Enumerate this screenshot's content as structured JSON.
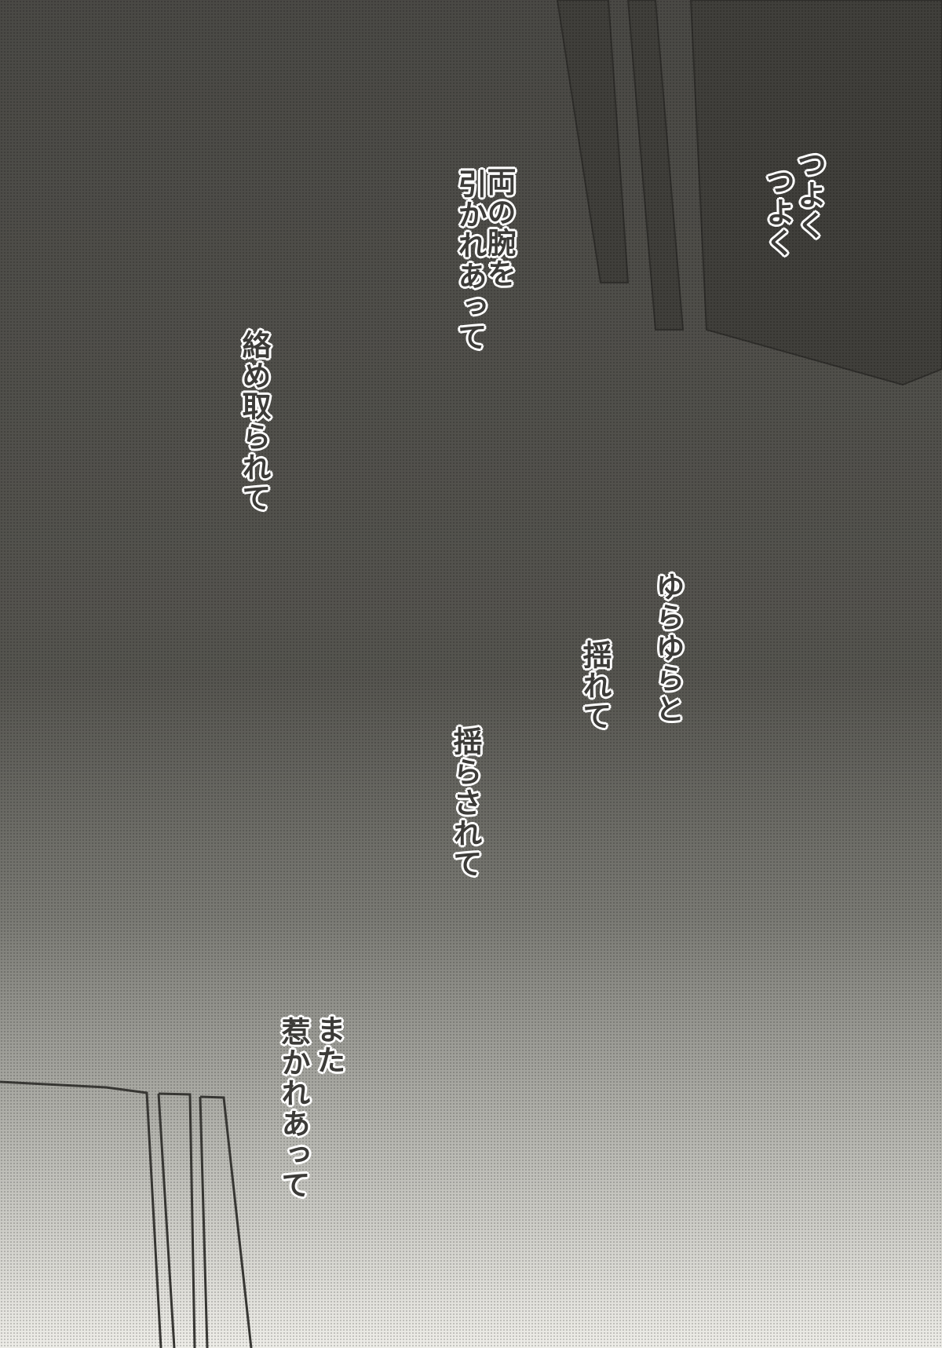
{
  "lines": {
    "tsuyoku_1": "つよく",
    "tsuyoku_2": "つよく",
    "ryou_no_ude": "両の腕を",
    "hikareatte": "引かれあって",
    "karametorarete": "絡め取られて",
    "yurayurato": "ゆらゆらと",
    "yurete": "揺れて",
    "yurasarete": "揺らされて",
    "mata": "また",
    "hikareatte_2": "惹かれあって"
  },
  "colors": {
    "dark": "#4b4a46",
    "light": "#ecebe6",
    "panel": "#403f3b",
    "line": "#3a3936"
  }
}
